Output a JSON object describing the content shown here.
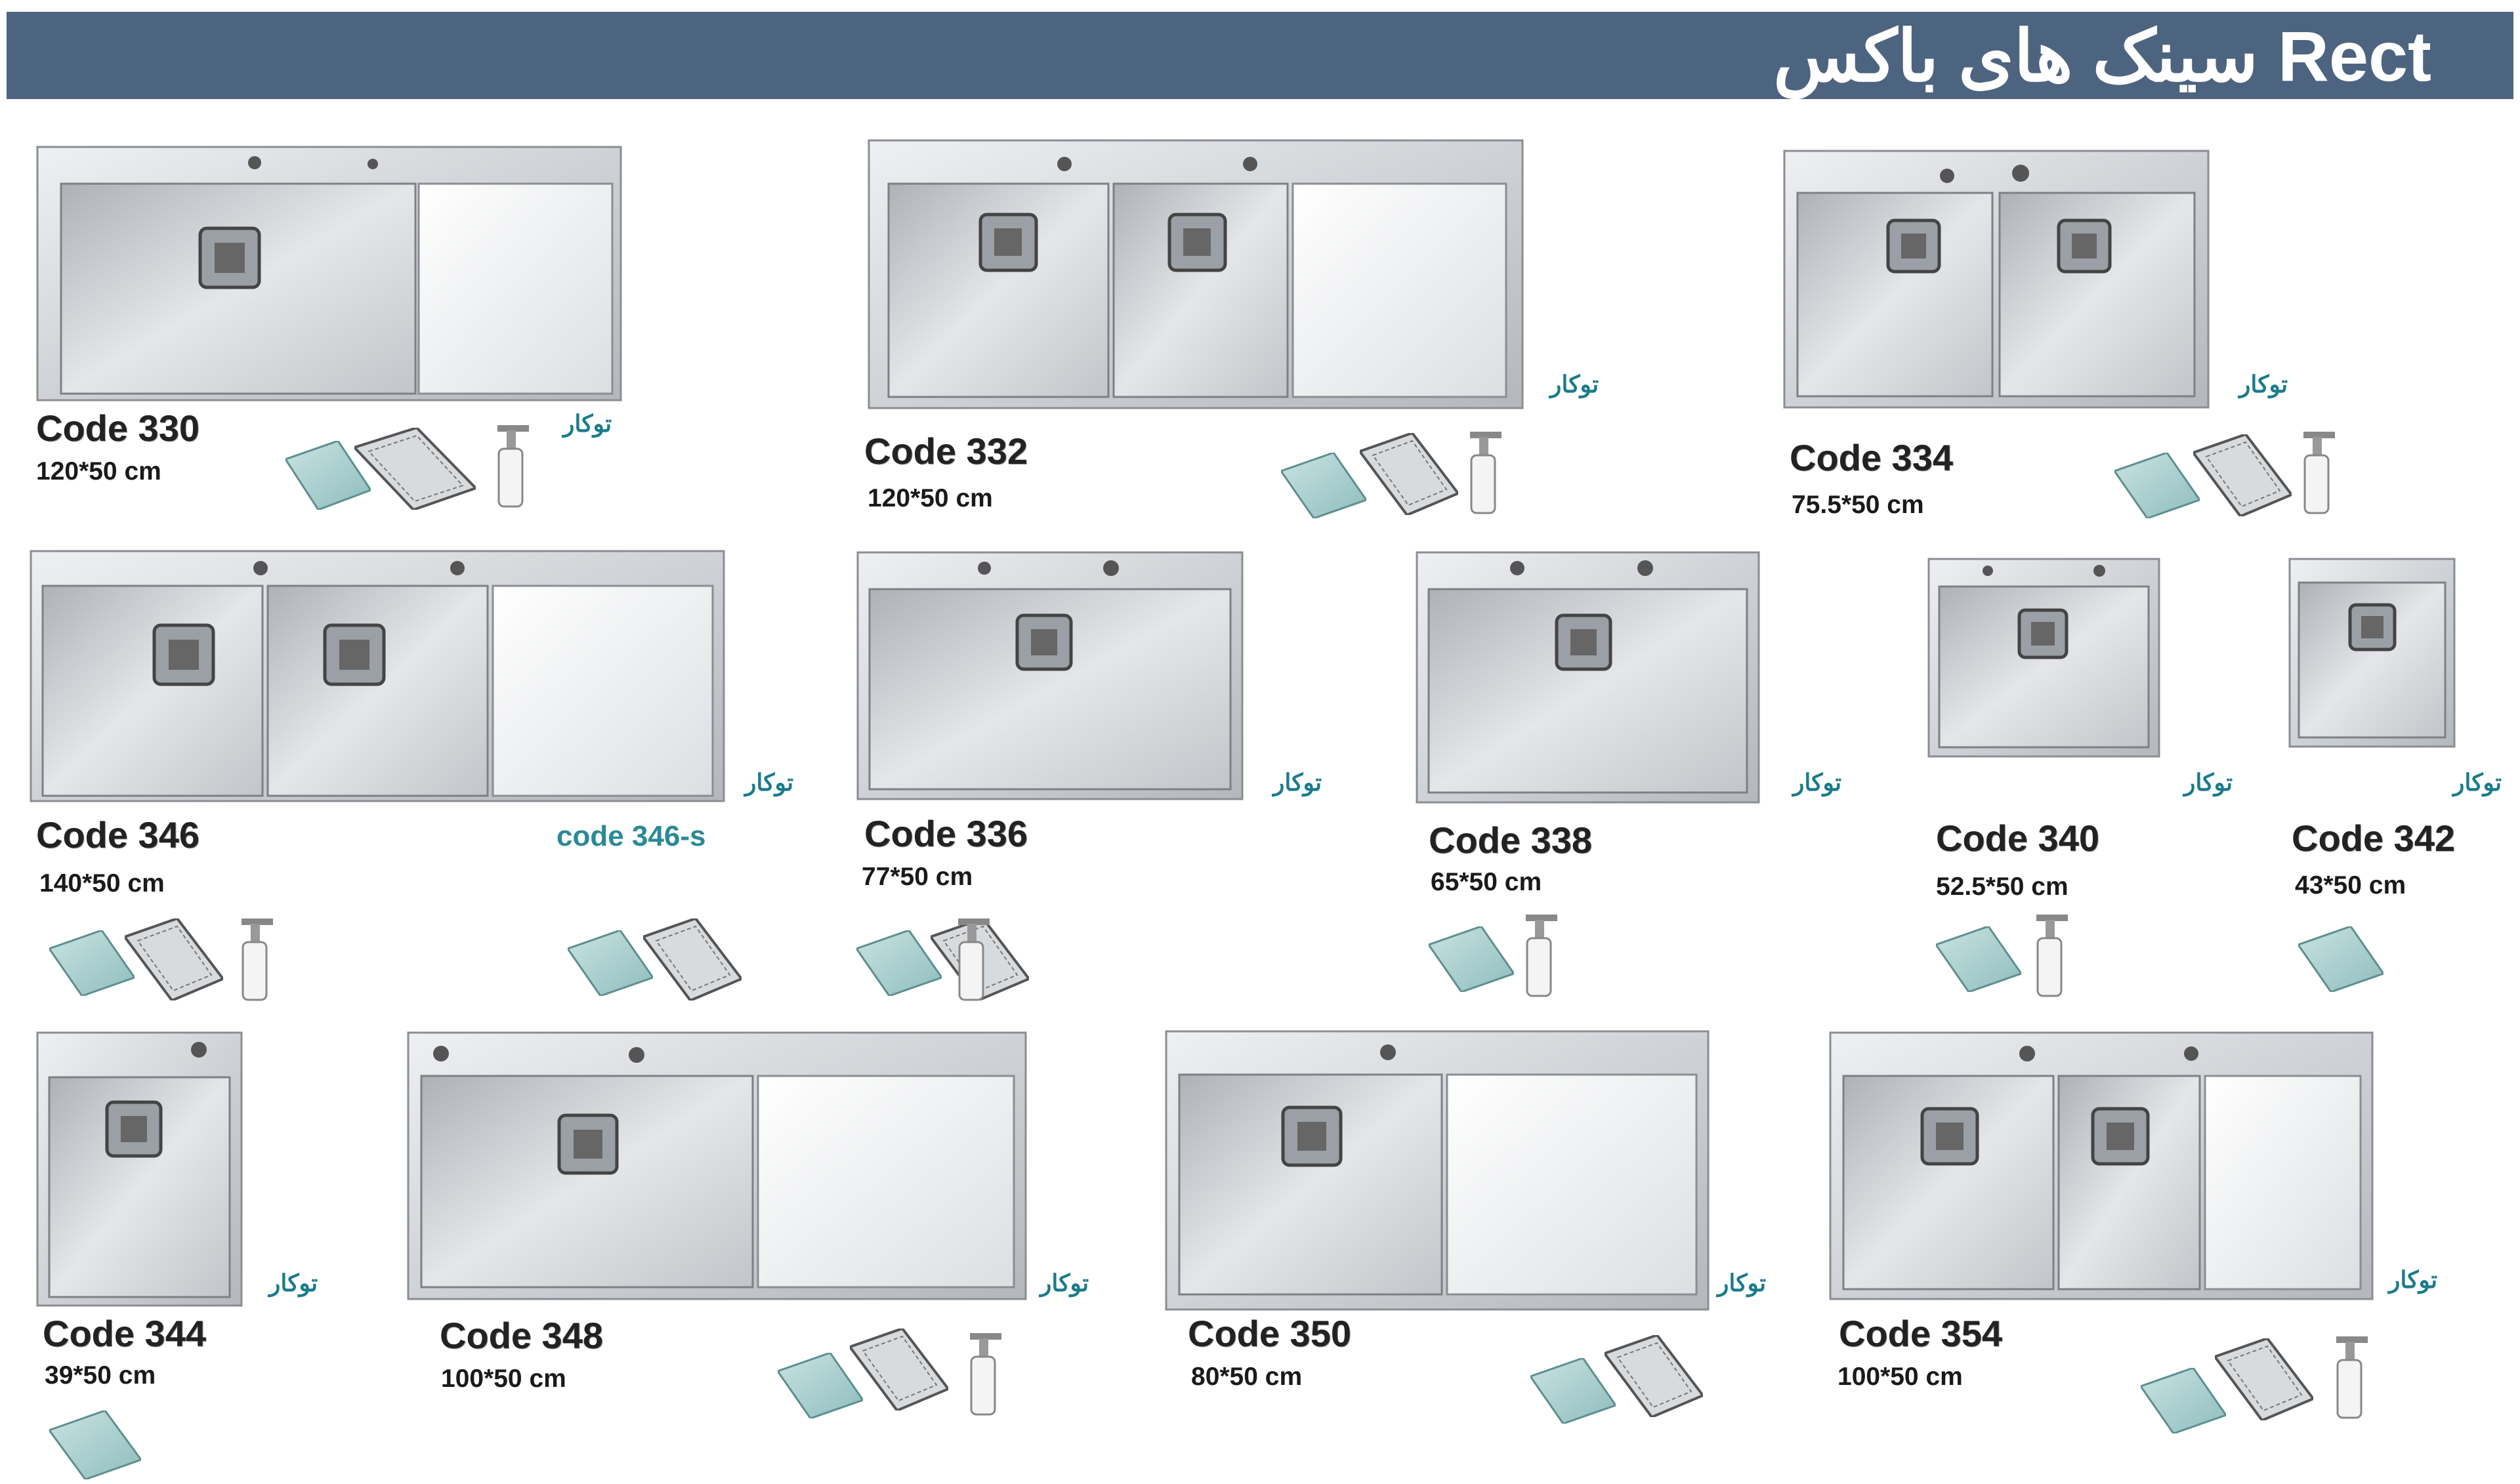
{
  "header": {
    "title": "سینک های باکس Rect"
  },
  "labels": {
    "overlay": "توکار"
  },
  "products": [
    {
      "code": "Code 330",
      "size": "120*50 cm"
    },
    {
      "code": "Code 332",
      "size": "120*50 cm"
    },
    {
      "code": "Code 334",
      "size": "75.5*50 cm"
    },
    {
      "code": "Code 346",
      "size": "140*50 cm",
      "variant": "code 346-s"
    },
    {
      "code": "Code 336",
      "size": "77*50 cm"
    },
    {
      "code": "Code 338",
      "size": "65*50 cm"
    },
    {
      "code": "Code 340",
      "size": "52.5*50 cm"
    },
    {
      "code": "Code 342",
      "size": "43*50 cm"
    },
    {
      "code": "Code 344",
      "size": "39*50 cm"
    },
    {
      "code": "Code 348",
      "size": "100*50 cm"
    },
    {
      "code": "Code 350",
      "size": "80*50 cm"
    },
    {
      "code": "Code 354",
      "size": "100*50 cm"
    }
  ],
  "colors": {
    "banner": "#4d6480",
    "steel": "#c9ccd0",
    "accent_text": "#1b7b8a"
  }
}
